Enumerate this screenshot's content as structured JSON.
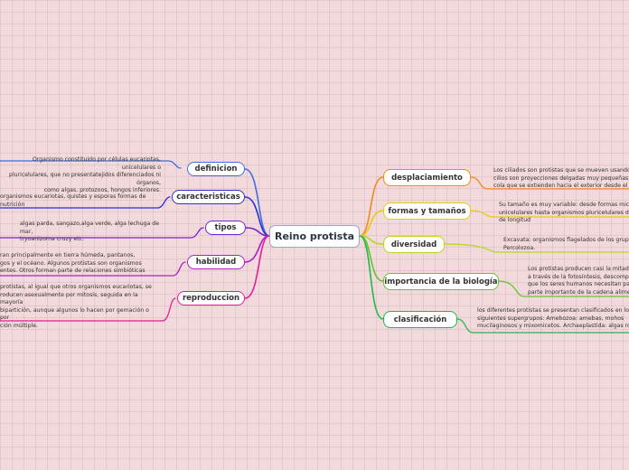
{
  "root": {
    "label": "Reino protista"
  },
  "left": [
    {
      "key": "definicion",
      "label": "definicion",
      "color": "#3f6fe0",
      "note": [
        "Organismo constituido por células eucariotas, unicelulares o",
        "pluricelulares, que no presentatejidos diferenciados ni órganos,",
        "como algas, protozoos, hongos inferiores."
      ]
    },
    {
      "key": "caracteristicas",
      "label": "caracteristicas",
      "color": "#2a2fd6",
      "note": [
        "organismos eucariotas, quistes y esporas formas de nutrición"
      ]
    },
    {
      "key": "tipos",
      "label": "tipos",
      "color": "#7a22d0",
      "note": [
        "algas parda, sangazo,alga verde, alga lechuga de mar,",
        "tryoanizoma cruzy  etc."
      ]
    },
    {
      "key": "habilidad",
      "label": "habilidad",
      "color": "#b01ec8",
      "note": [
        "ran principalmente en tierra húmeda, pantanos,",
        "gos y el océano. Algunos protistas son organismos",
        "entes. Otros forman parte de relaciones simbióticas"
      ]
    },
    {
      "key": "reproduccion",
      "label": "reproduccion",
      "color": "#e0209a",
      "note": [
        "protistas, al igual que otros organismos eucariotas, se",
        "roducen asexualmente por mitosis, seguida en la mayoría",
        "bipartición, aunque algunos lo hacen por gemación o por",
        "ción múltiple."
      ]
    }
  ],
  "right": [
    {
      "key": "desplaciamiento",
      "label": "desplaciamiento",
      "color": "#f08a1c",
      "note": [
        "Los ciliados son protistas que se mueven usando los c",
        "cilios son proyecciones delgadas muy pequeñas, con f",
        "cola que se extienden hacia el exterior desde el cuerp"
      ]
    },
    {
      "key": "formas",
      "label": "formas y tamaños",
      "color": "#e8cc12",
      "note": [
        "Su tamaño es muy variable: desde formas microscó",
        "unicelulares hasta organismos pluricelulares de var",
        "de longitud"
      ]
    },
    {
      "key": "diversidad",
      "label": "diversidad",
      "color": "#b6d81a",
      "note": [
        "Excavata: organismos flagelados de los grupos Eu",
        "Percolozoa."
      ]
    },
    {
      "key": "importancia",
      "label": "importancia de la biología",
      "color": "#62c62a",
      "note": [
        "Los protistas producen casi la mitad del",
        "a través de la fotosíntesis, descompone",
        "que los seres humanos necesitan para v",
        "parte importante de la cadena alimentic"
      ]
    },
    {
      "key": "clasificacion",
      "label": "clasificación",
      "color": "#1fb84a",
      "note": [
        "los diferentes protistas se presentan clasificados en los",
        "siguientes supergrupos: Amebozoa: amebas, mohos",
        "mucilaginosos y mixomicetos. Archaeplastida: algas rojas"
      ]
    }
  ]
}
